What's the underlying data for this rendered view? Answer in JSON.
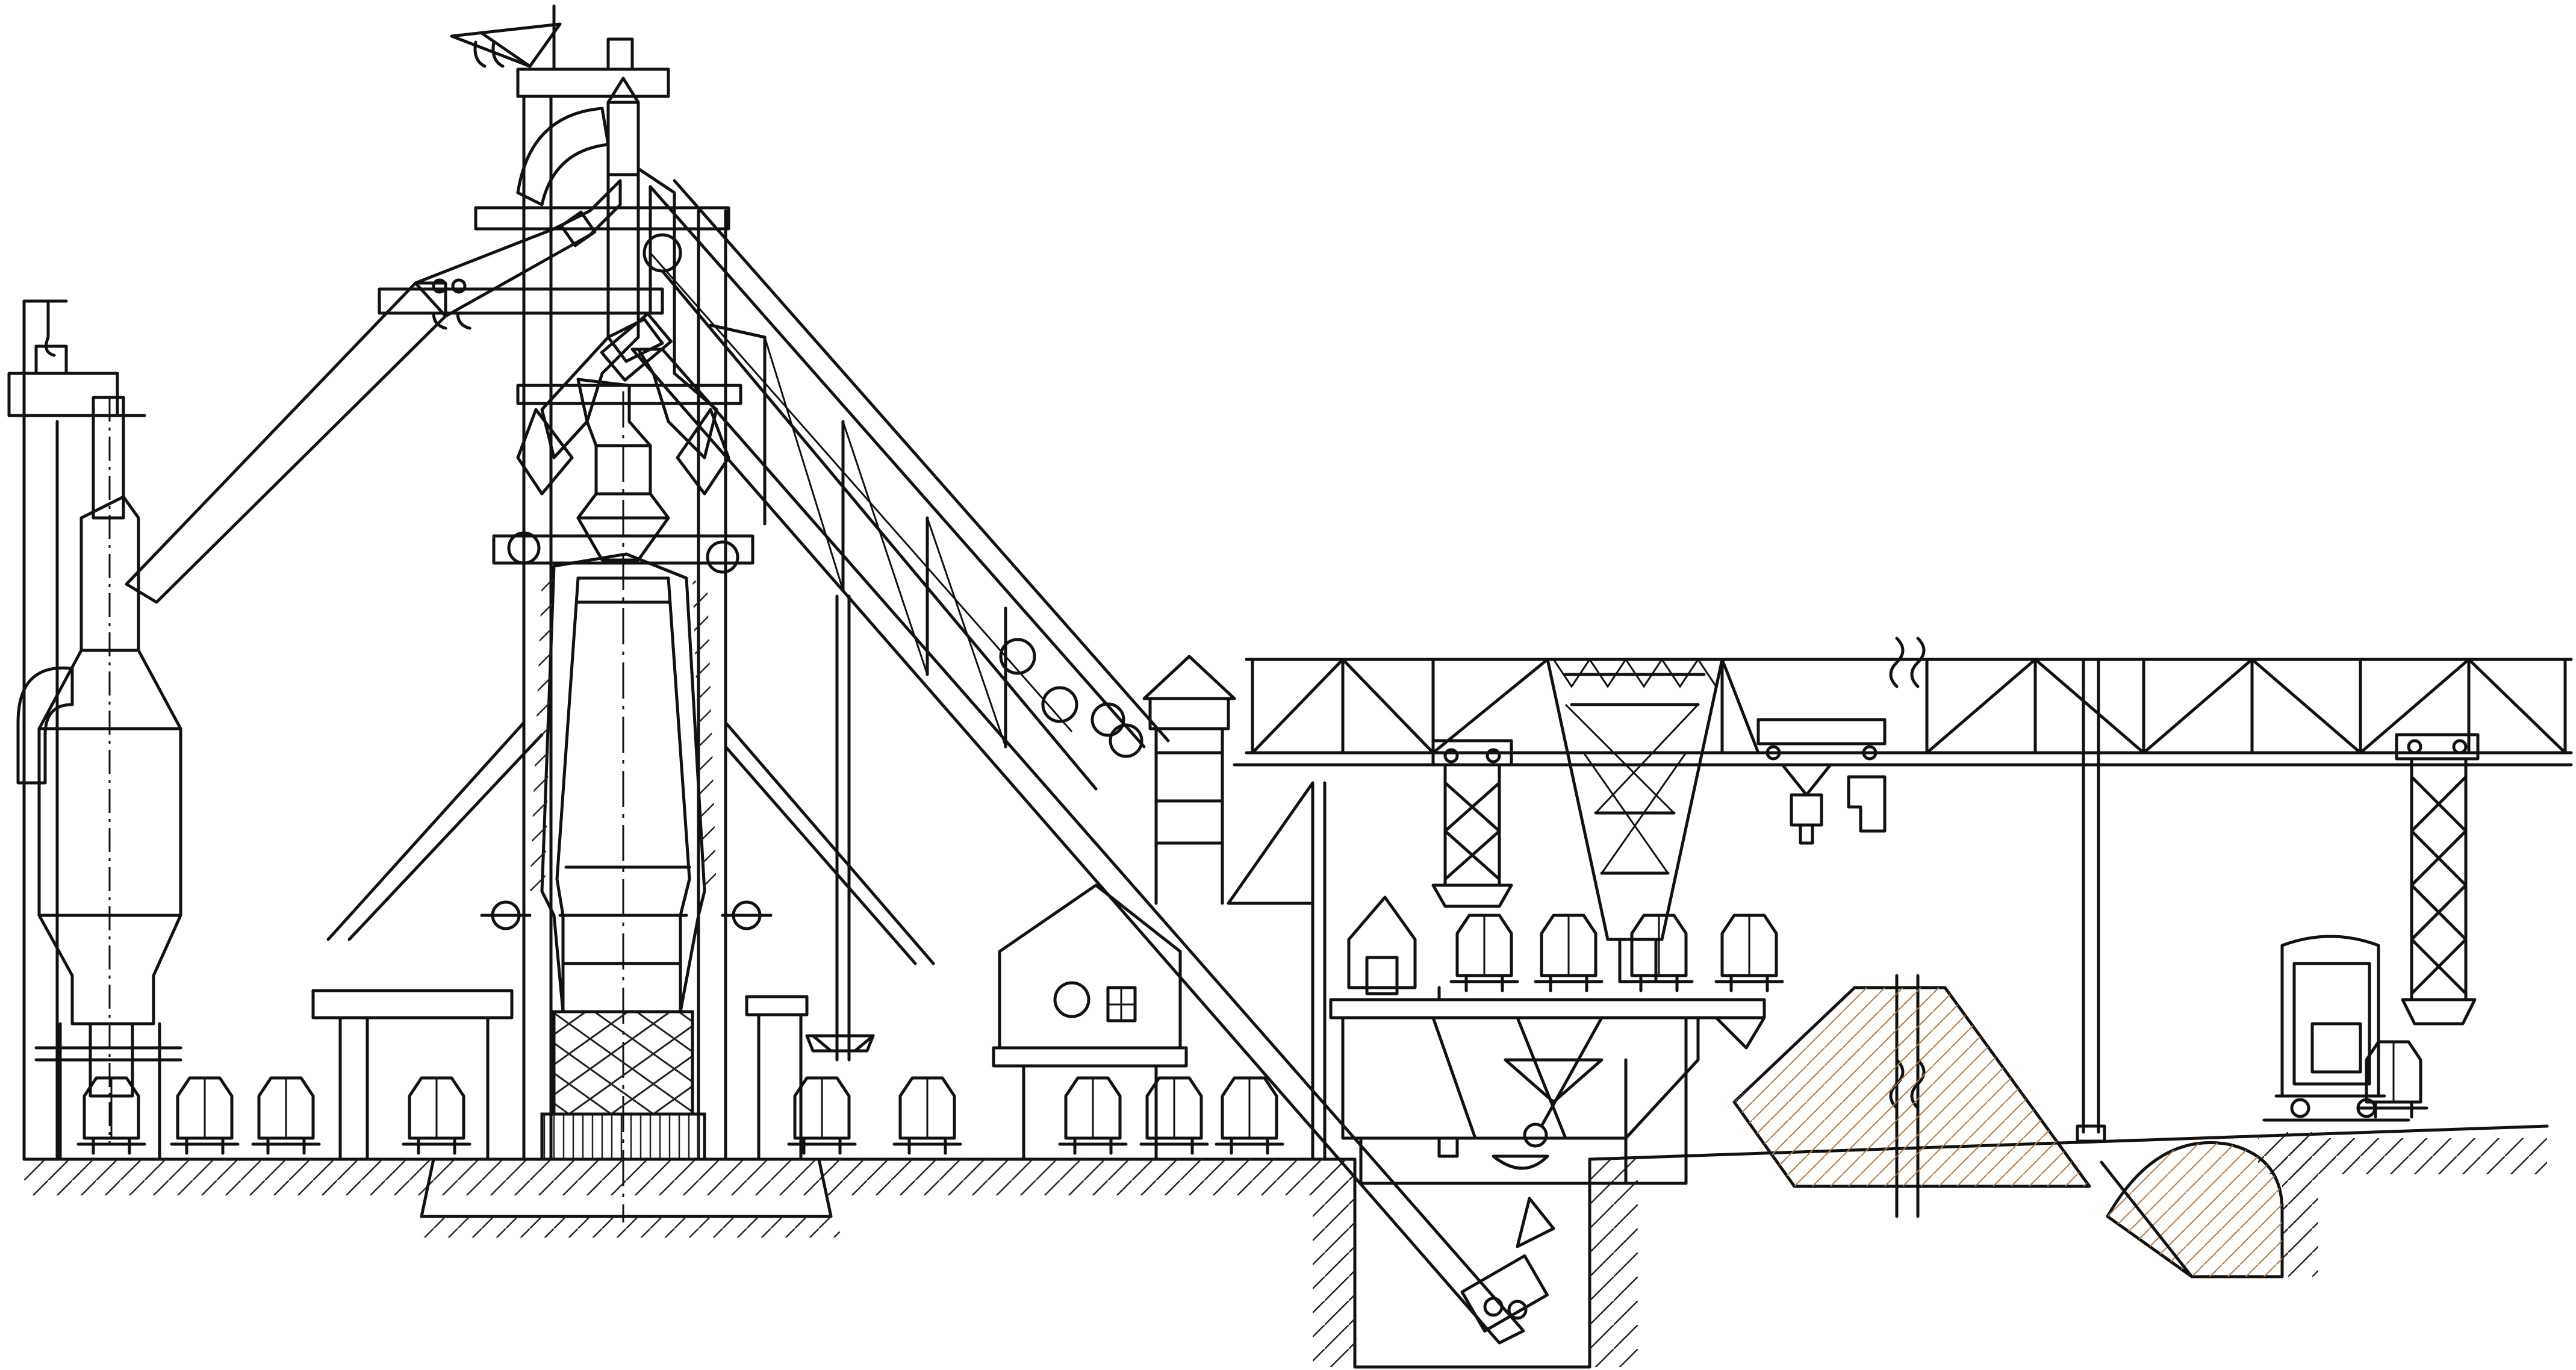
{
  "colors": {
    "background": "#ffffff",
    "line": "#111111",
    "gas_duct": "#cdf3f5",
    "furnace_shaft": "#f7a037",
    "throat_hopper": "#4d79c2",
    "skip_car": "#5f8a88",
    "ore_car": "#cfcf9c",
    "stockpile": "#f8cfa1",
    "control_house": "#d4d4d4"
  },
  "components": [
    {
      "id": "dust-catcher",
      "icon": "dust-catcher-icon"
    },
    {
      "id": "downcomer-duct",
      "icon": "gas-duct-icon"
    },
    {
      "id": "blast-furnace-shaft",
      "icon": "furnace-shaft-icon"
    },
    {
      "id": "charging-bell-hopper",
      "icon": "charging-hopper-icon"
    },
    {
      "id": "skip-hoist-incline",
      "icon": "skip-incline-icon"
    },
    {
      "id": "skip-car",
      "icon": "skip-car-icon"
    },
    {
      "id": "ore-bridge-crane",
      "icon": "bridge-crane-icon"
    },
    {
      "id": "ore-bins",
      "icon": "ore-bin-icon"
    },
    {
      "id": "transfer-cars",
      "icon": "ore-car-icon"
    },
    {
      "id": "ore-stockpiles",
      "icon": "stockpile-icon"
    },
    {
      "id": "control-house",
      "icon": "house-icon"
    },
    {
      "id": "cast-house-hearth",
      "icon": "hearth-icon"
    }
  ]
}
